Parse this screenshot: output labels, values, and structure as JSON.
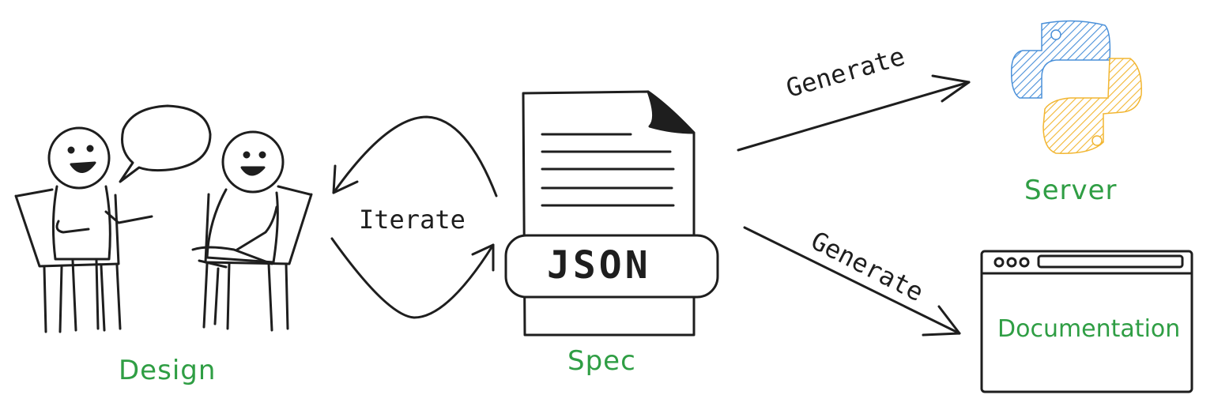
{
  "labels": {
    "design": "Design",
    "spec": "Spec",
    "server": "Server",
    "documentation": "Documentation",
    "json": "JSON",
    "iterate": "Iterate",
    "generate_top": "Generate",
    "generate_bottom": "Generate"
  },
  "colors": {
    "label_green": "#2f9e44",
    "stroke": "#1e1e1e",
    "python_blue": "#4a90d9",
    "python_yellow": "#f2b632"
  },
  "icons": [
    "people-talking-icon",
    "speech-bubble-icon",
    "document-icon",
    "python-logo-icon",
    "browser-window-icon"
  ]
}
